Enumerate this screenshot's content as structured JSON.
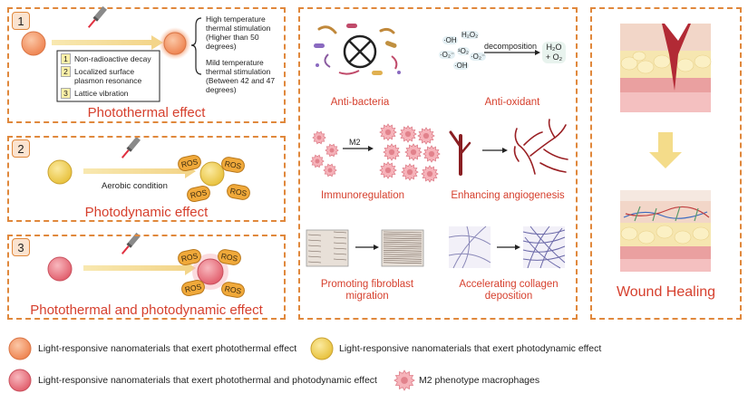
{
  "panel1": {
    "number": "1",
    "title": "Photothermal effect",
    "mechanisms": [
      {
        "n": "1",
        "text": "Non-radioactive decay"
      },
      {
        "n": "2",
        "text": "Localized surface plasmon resonance"
      },
      {
        "n": "3",
        "text": "Lattice vibration"
      }
    ],
    "high_temp": "High temperature thermal stimulation (Higher than 50 degrees)",
    "mild_temp": "Mild temperature thermal stimulation (Between 42 and 47 degrees)"
  },
  "panel2": {
    "number": "2",
    "title": "Photodynamic effect",
    "condition": "Aerobic condition",
    "ros_label": "ROS"
  },
  "panel3": {
    "number": "3",
    "title": "Photothermal and photodynamic effect",
    "ros_label": "ROS"
  },
  "effects": {
    "anti_bacteria": "Anti-bacteria",
    "anti_oxidant": "Anti-oxidant",
    "decomposition": "decomposition",
    "oxidant_species": [
      "·OH",
      "H₂O₂",
      "·O₂⁻",
      "¹O₂",
      "·OH",
      "·O₂⁻"
    ],
    "products": "H₂O + O₂",
    "immunoregulation": "Immunoregulation",
    "m2_label": "M2",
    "angiogenesis": "Enhancing angiogenesis",
    "fibroblast": "Promoting fibroblast migration",
    "collagen": "Accelerating collagen deposition"
  },
  "wound": {
    "title": "Wound Healing"
  },
  "legend": {
    "photothermal": "Light-responsive nanomaterials that exert photothermal effect",
    "photodynamic": "Light-responsive nanomaterials that exert photodynamic effect",
    "both": "Light-responsive nanomaterials that exert photothermal and photodynamic effect",
    "macrophage": "M2 phenotype macrophages"
  },
  "colors": {
    "dash": "#e0883c",
    "title_red": "#d6402e",
    "orange_np": "#f49b6a",
    "yellow_np": "#f1cf58",
    "pink_np": "#ec7a86",
    "ros_fill": "#f0a93a"
  }
}
